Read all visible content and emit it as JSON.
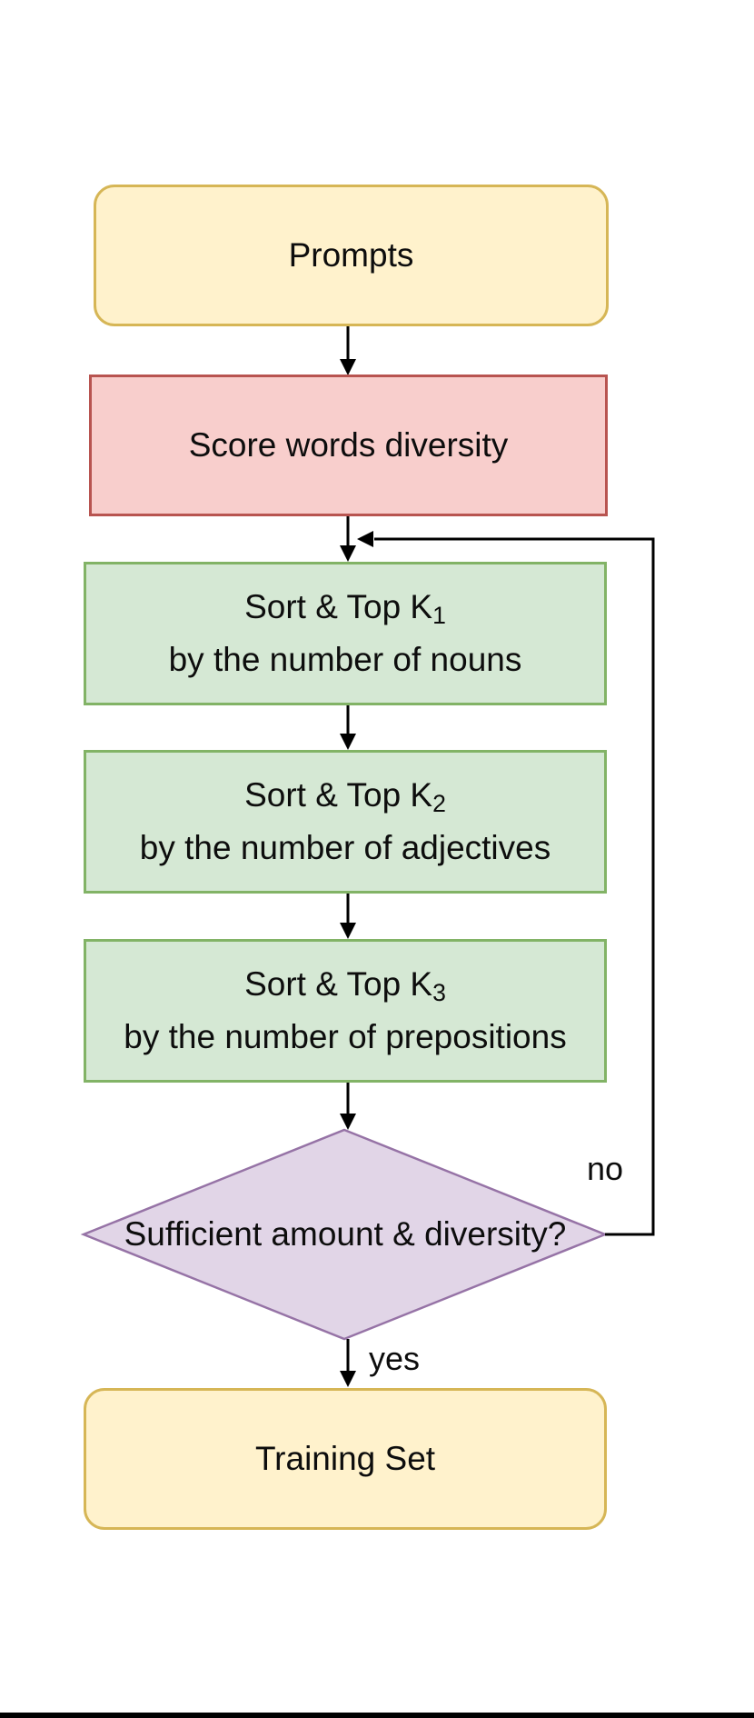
{
  "flowchart": {
    "nodes": {
      "prompts": {
        "label": "Prompts"
      },
      "score": {
        "label": "Score words diversity"
      },
      "sort1": {
        "prefix": "Sort & Top K",
        "sub": "1",
        "detail": "by the number of nouns"
      },
      "sort2": {
        "prefix": "Sort & Top K",
        "sub": "2",
        "detail": "by the number of adjectives"
      },
      "sort3": {
        "prefix": "Sort & Top K",
        "sub": "3",
        "detail": "by the number of prepositions"
      },
      "decision": {
        "label": "Sufficient amount & diversity?"
      },
      "training": {
        "label": "Training Set"
      }
    },
    "edge_labels": {
      "yes": "yes",
      "no": "no"
    },
    "colors": {
      "yellow_fill": "#fff2cc",
      "yellow_stroke": "#d6b656",
      "red_fill": "#f8cecc",
      "red_stroke": "#b85450",
      "green_fill": "#d5e8d4",
      "green_stroke": "#82b366",
      "purple_fill": "#e1d5e7",
      "purple_stroke": "#9673a6",
      "connector": "#000000"
    }
  }
}
